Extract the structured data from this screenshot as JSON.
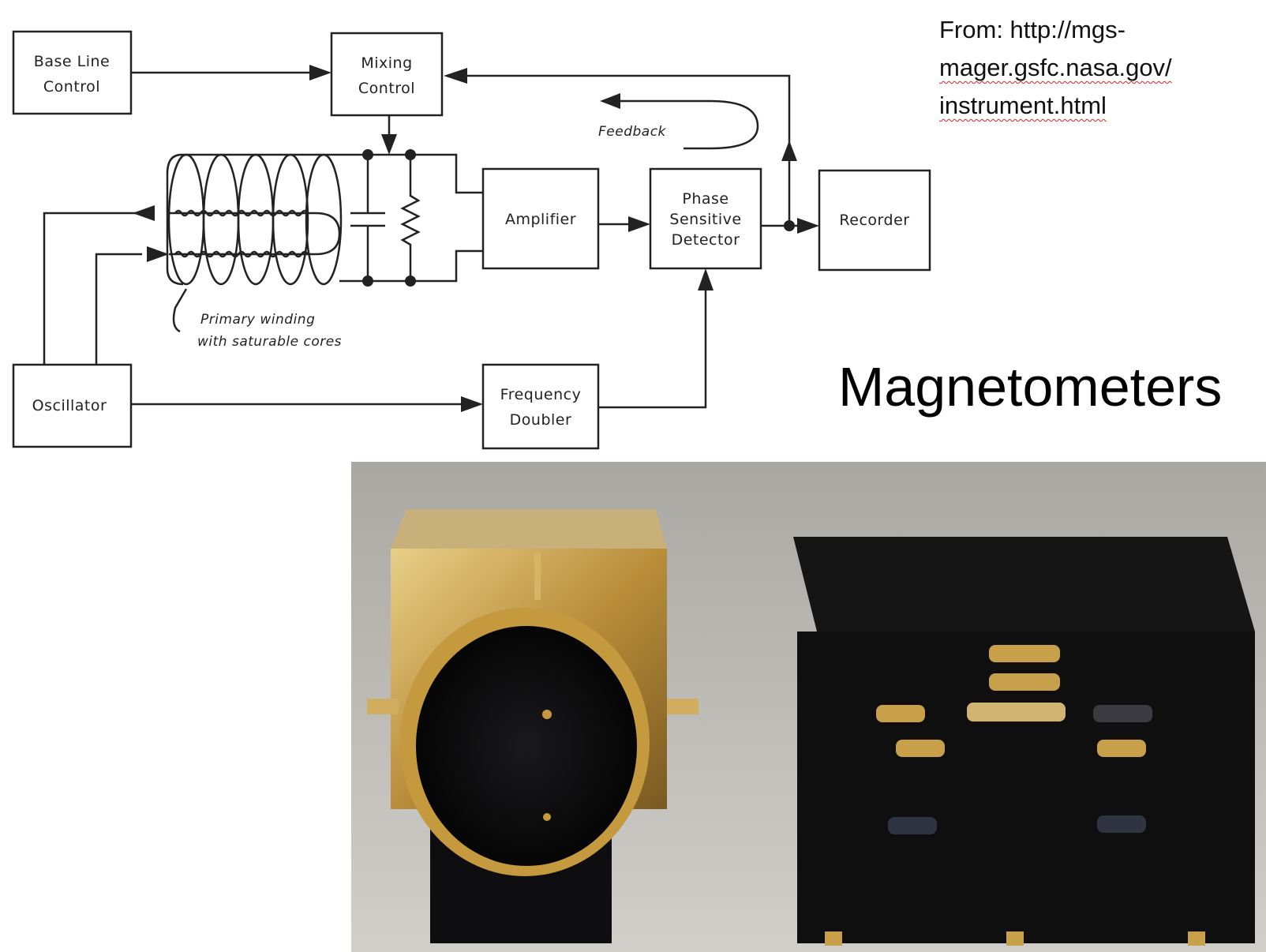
{
  "source": {
    "line1": "From: http://mgs-",
    "line2": "mager.gsfc.nasa.gov/",
    "line3": "instrument.html"
  },
  "heading": "Magnetometers",
  "diagram": {
    "blocks": {
      "base_line_control": [
        "Base Line",
        "Control"
      ],
      "mixing_control": [
        "Mixing",
        "Control"
      ],
      "amplifier": [
        "Amplifier"
      ],
      "phase_sensitive_detector": [
        "Phase",
        "Sensitive",
        "Detector"
      ],
      "recorder": [
        "Recorder"
      ],
      "oscillator": [
        "Oscillator"
      ],
      "frequency_doubler": [
        "Frequency",
        "Doubler"
      ]
    },
    "annotations": {
      "feedback": "Feedback",
      "primary_winding": [
        "Primary winding",
        "with saturable cores"
      ]
    }
  },
  "photo": {
    "description_colors": {
      "background": "#b9b8b3",
      "housing": "#0f0f10",
      "gold": "#c8a04a"
    }
  }
}
